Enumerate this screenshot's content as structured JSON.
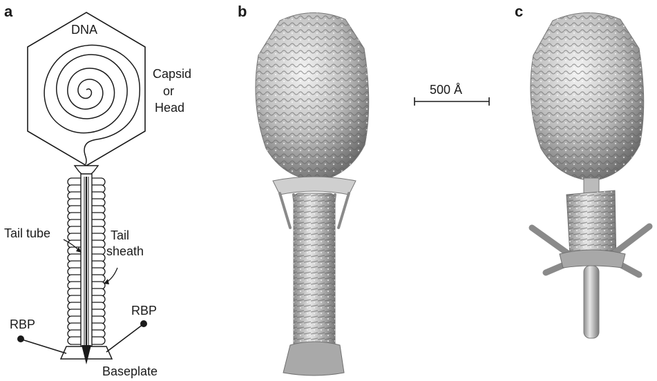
{
  "panels": {
    "a": "a",
    "b": "b",
    "c": "c"
  },
  "labels": {
    "dna": "DNA",
    "capsid_line1": "Capsid",
    "capsid_line2": "or",
    "capsid_line3": "Head",
    "tail_tube": "Tail tube",
    "tail_sheath_line1": "Tail",
    "tail_sheath_line2": "sheath",
    "rbp_left": "RBP",
    "rbp_right": "RBP",
    "baseplate": "Baseplate"
  },
  "scale_bar": {
    "label": "500 Å"
  },
  "colors": {
    "line": "#1a1a1a",
    "surface_light": "#e4e4e4",
    "surface_mid": "#b5b5b5",
    "surface_dark": "#6f6f6f"
  }
}
